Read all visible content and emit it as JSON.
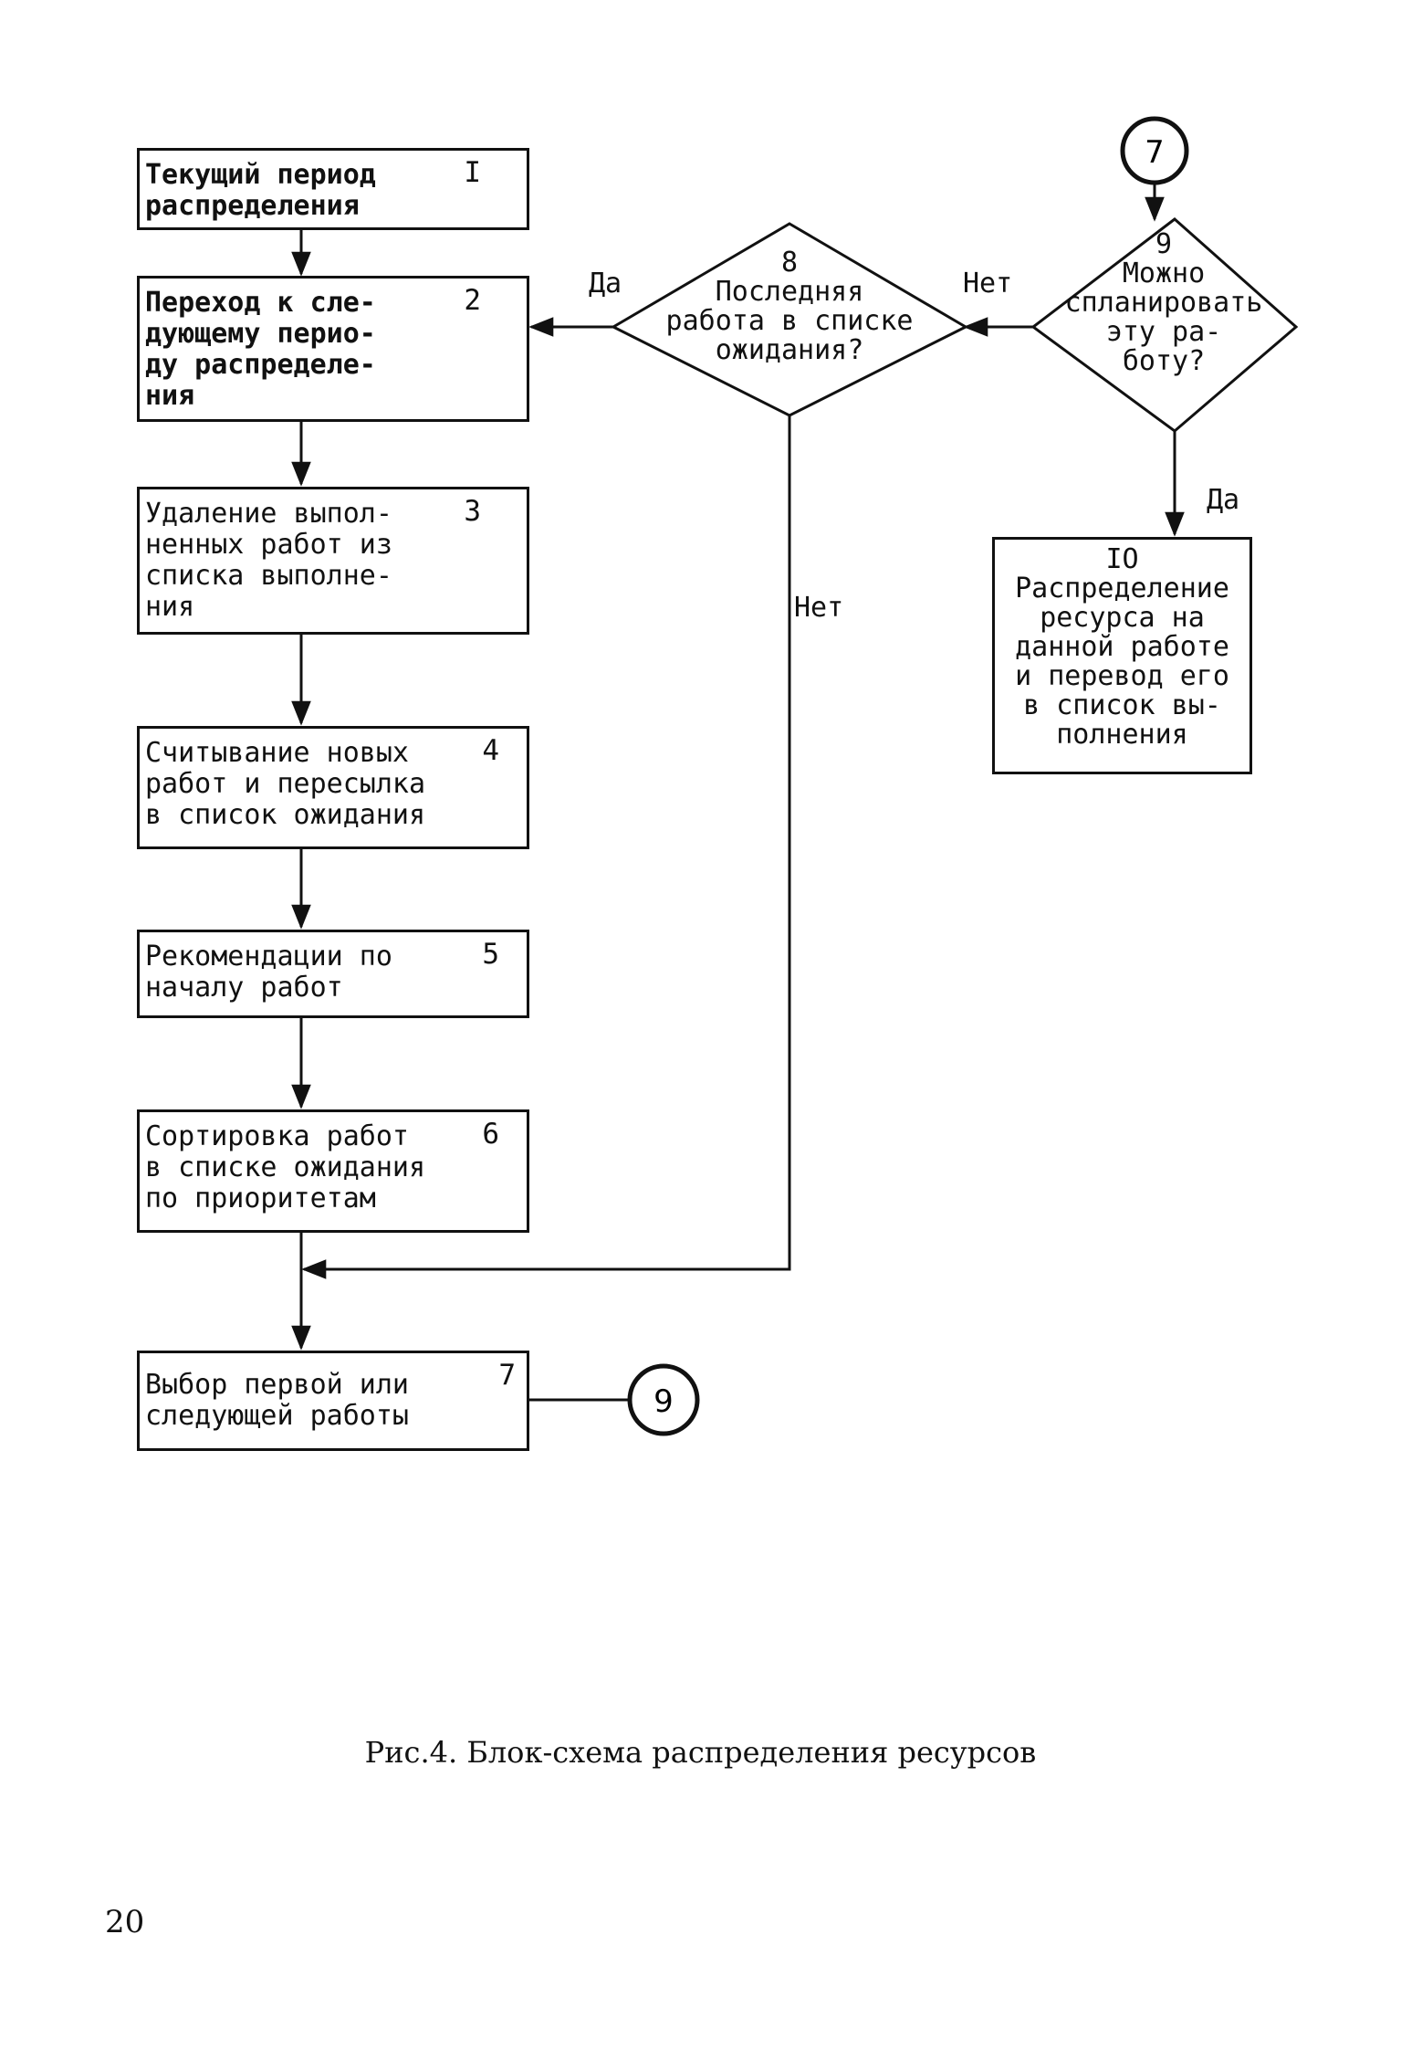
{
  "boxes": {
    "b1": {
      "num": "I",
      "text": "Текущий период\nраспределения"
    },
    "b2": {
      "num": "2",
      "text": "Переход к сле-\nдующему перио-\nду распределе-\nния"
    },
    "b3": {
      "num": "3",
      "text": "Удаление выпол-\nненных работ из\nсписка выполне-\nния"
    },
    "b4": {
      "num": "4",
      "text": "Считывание новых\nработ и пересылка\nв список ожидания"
    },
    "b5": {
      "num": "5",
      "text": "Рекомендации по\nначалу работ"
    },
    "b6": {
      "num": "6",
      "text": "Сортировка работ\nв списке ожидания\nпо приоритетам"
    },
    "b7": {
      "num": "7",
      "text": "Выбор первой или\nследующей работы"
    },
    "b10": {
      "text": "IO\nРаспределение\nресурса на\nданной работе\nи перевод его\nв список вы-\nполнения"
    }
  },
  "decisions": {
    "d8": {
      "text": "8\nПоследняя\nработа в списке\nожидания?"
    },
    "d9": {
      "text": "9\nМожно\nспланировать\nэту ра-\nботу?"
    }
  },
  "labels": {
    "yes_left": "Да",
    "no_top": "Нет",
    "yes_right": "Да",
    "no_down": "Нет"
  },
  "connectors": {
    "top": "7",
    "bottom": "9"
  },
  "caption": "Рис.4. Блок-схема распределения ресурсов",
  "page_number": "20"
}
